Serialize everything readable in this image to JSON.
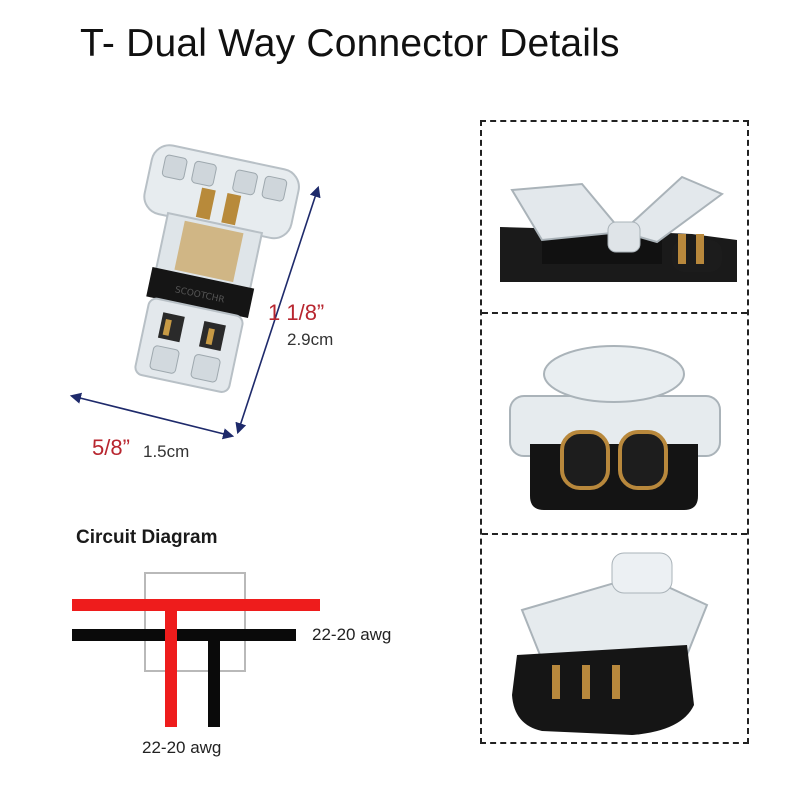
{
  "title": "T- Dual Way Connector Details",
  "dimensions": {
    "length_in": "1 1/8”",
    "length_cm": "2.9cm",
    "width_in": "5/8”",
    "width_cm": "1.5cm"
  },
  "circuit": {
    "heading": "Circuit Diagram",
    "awg_horizontal": "22-20 awg",
    "awg_vertical": "22-20 awg",
    "wire_colors": {
      "red": "#ee1c1c",
      "black": "#0a0a0a",
      "box": "#b9b9b9"
    }
  },
  "photos": [
    {
      "name": "open-connector-photo"
    },
    {
      "name": "front-connector-photo"
    },
    {
      "name": "angled-connector-photo"
    }
  ],
  "colors": {
    "dimension_red": "#b8262f",
    "frame": "#222222"
  }
}
